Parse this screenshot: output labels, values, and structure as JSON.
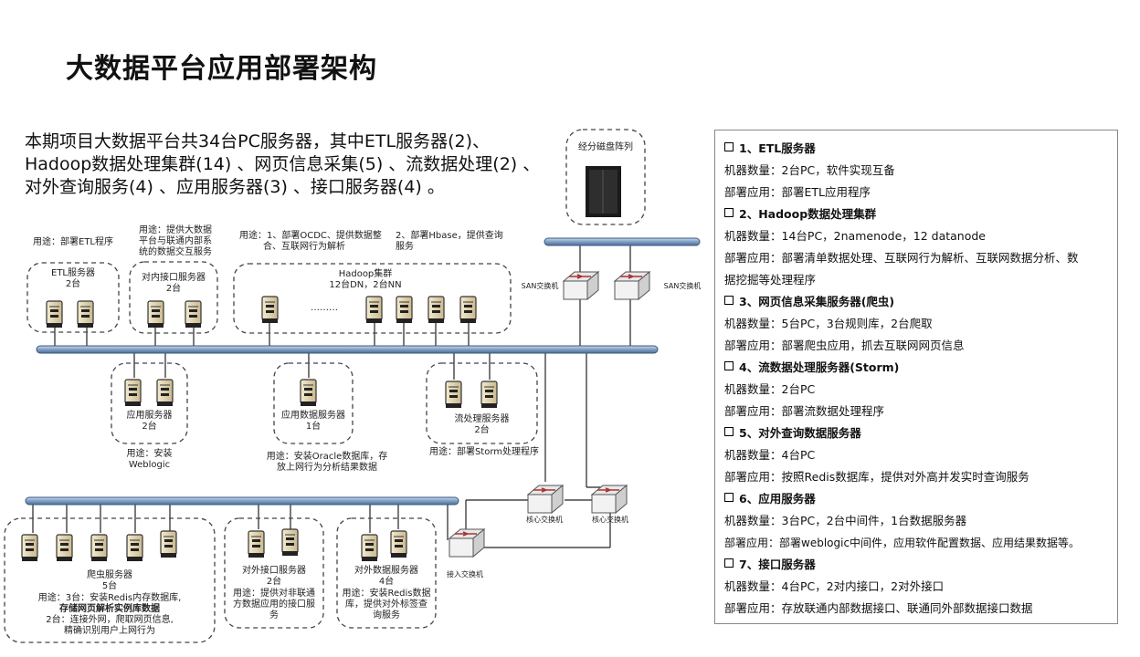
{
  "title": "大数据平台应用部署架构",
  "intro": [
    "本期项目大数据平台共34台PC服务器，其中ETL服务器(2)、",
    "Hadoop数据处理集群(14) 、网页信息采集(5) 、流数据处理(2) 、",
    "对外查询服务(4) 、应用服务器(3) 、接口服务器(4) 。"
  ],
  "diagram": {
    "san_storage": "经分磁盘阵列",
    "san_switch_1": "SAN交换机",
    "san_switch_2": "SAN交换机",
    "core_switch_1": "核心交换机",
    "core_switch_2": "核心交换机",
    "access_switch": "接入交换机",
    "etl": {
      "purpose": "用途：部署ETL程序",
      "name": "ETL服务器",
      "count": "2台"
    },
    "internal_if": {
      "purpose": [
        "用途：提供大数据",
        "平台与联通内部系",
        "统的数据交互服务"
      ],
      "name": "对内接口服务器",
      "count": "2台"
    },
    "hadoop": {
      "purpose1": [
        "用途：1、部署OCDC、提供数据整",
        "合、互联网行为解析"
      ],
      "purpose2": [
        "2、部署Hbase，提供查询",
        "服务"
      ],
      "name": "Hadoop集群",
      "count": "12台DN，2台NN",
      "dots": "………"
    },
    "app": {
      "name": "应用服务器",
      "count": "2台",
      "purpose": [
        "用途：安装",
        "Weblogic"
      ]
    },
    "appdata": {
      "name": "应用数据服务器",
      "count": "1台",
      "purpose": [
        "用途：安装Oracle数据库，存",
        "放上网行为分析结果数据"
      ]
    },
    "stream": {
      "name": "流处理服务器",
      "count": "2台",
      "purpose": "用途：部署Storm处理程序"
    },
    "crawler": {
      "name": "爬虫服务器",
      "count": "5台",
      "purpose": [
        "用途：3台：安装Redis内存数据库,",
        "存储网页解析实例库数据",
        "2台：连接外网，爬取网页信息,",
        "精确识别用户上网行为"
      ]
    },
    "external_if": {
      "name": "对外接口服务器",
      "count": "2台",
      "purpose": [
        "用途：提供对非联通",
        "方数据应用的接口服",
        "务"
      ]
    },
    "external_data": {
      "name": "对外数据服务器",
      "count": "4台",
      "purpose": [
        "用途：安装Redis数据",
        "库，提供对外标签查",
        "询服务"
      ]
    }
  },
  "panel": [
    {
      "title": "1、ETL服务器",
      "lines": [
        "机器数量：2台PC，软件实现互备",
        "部署应用：部署ETL应用程序"
      ]
    },
    {
      "title": "2、Hadoop数据处理集群",
      "lines": [
        "机器数量：14台PC，2namenode，12 datanode",
        "部署应用：部署清单数据处理、互联网行为解析、互联网数据分析、数",
        "据挖掘等处理程序"
      ]
    },
    {
      "title": "3、网页信息采集服务器(爬虫)",
      "lines": [
        "机器数量：5台PC，3台规则库，2台爬取",
        "部署应用：部署爬虫应用，抓去互联网网页信息"
      ]
    },
    {
      "title": "4、流数据处理服务器(Storm)",
      "lines": [
        "机器数量：2台PC",
        "部署应用：部署流数据处理程序"
      ]
    },
    {
      "title": "5、对外查询数据服务器",
      "lines": [
        "机器数量：4台PC",
        "部署应用：按照Redis数据库，提供对外高并发实时查询服务"
      ]
    },
    {
      "title": "6、应用服务器",
      "lines": [
        "机器数量：3台PC，2台中间件，1台数据服务器",
        "部署应用：部署weblogic中间件，应用软件配置数据、应用结果数据等。"
      ]
    },
    {
      "title": "7、接口服务器",
      "lines": [
        "机器数量：4台PC，2对内接口，2对外接口",
        "部署应用：存放联通内部数据接口、联通同外部数据接口数据"
      ]
    }
  ]
}
